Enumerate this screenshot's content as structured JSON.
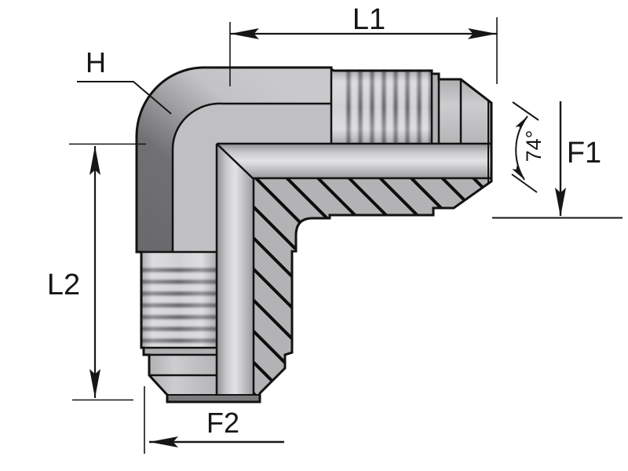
{
  "diagram": {
    "kind": "engineering-drawing",
    "part": "90-degree elbow fitting, male JIC both ends, half-section view",
    "labels": {
      "l1": "L1",
      "l2": "L2",
      "h": "H",
      "f1": "F1",
      "f2": "F2",
      "angle": "74°"
    },
    "colors": {
      "background": "#ffffff",
      "outline": "#121212",
      "dimension_ink": "#161616",
      "body_light": "#c9c9cb",
      "body_dark": "#6f6f71",
      "side_face": "#c0c0c2",
      "hatch_base": "#b3b3b5",
      "thread_light": "#d4d4d6",
      "thread_dark": "#6b6b6e",
      "bore_highlight": "#e3e3e5",
      "seal_face": "#7b7b7e"
    }
  }
}
